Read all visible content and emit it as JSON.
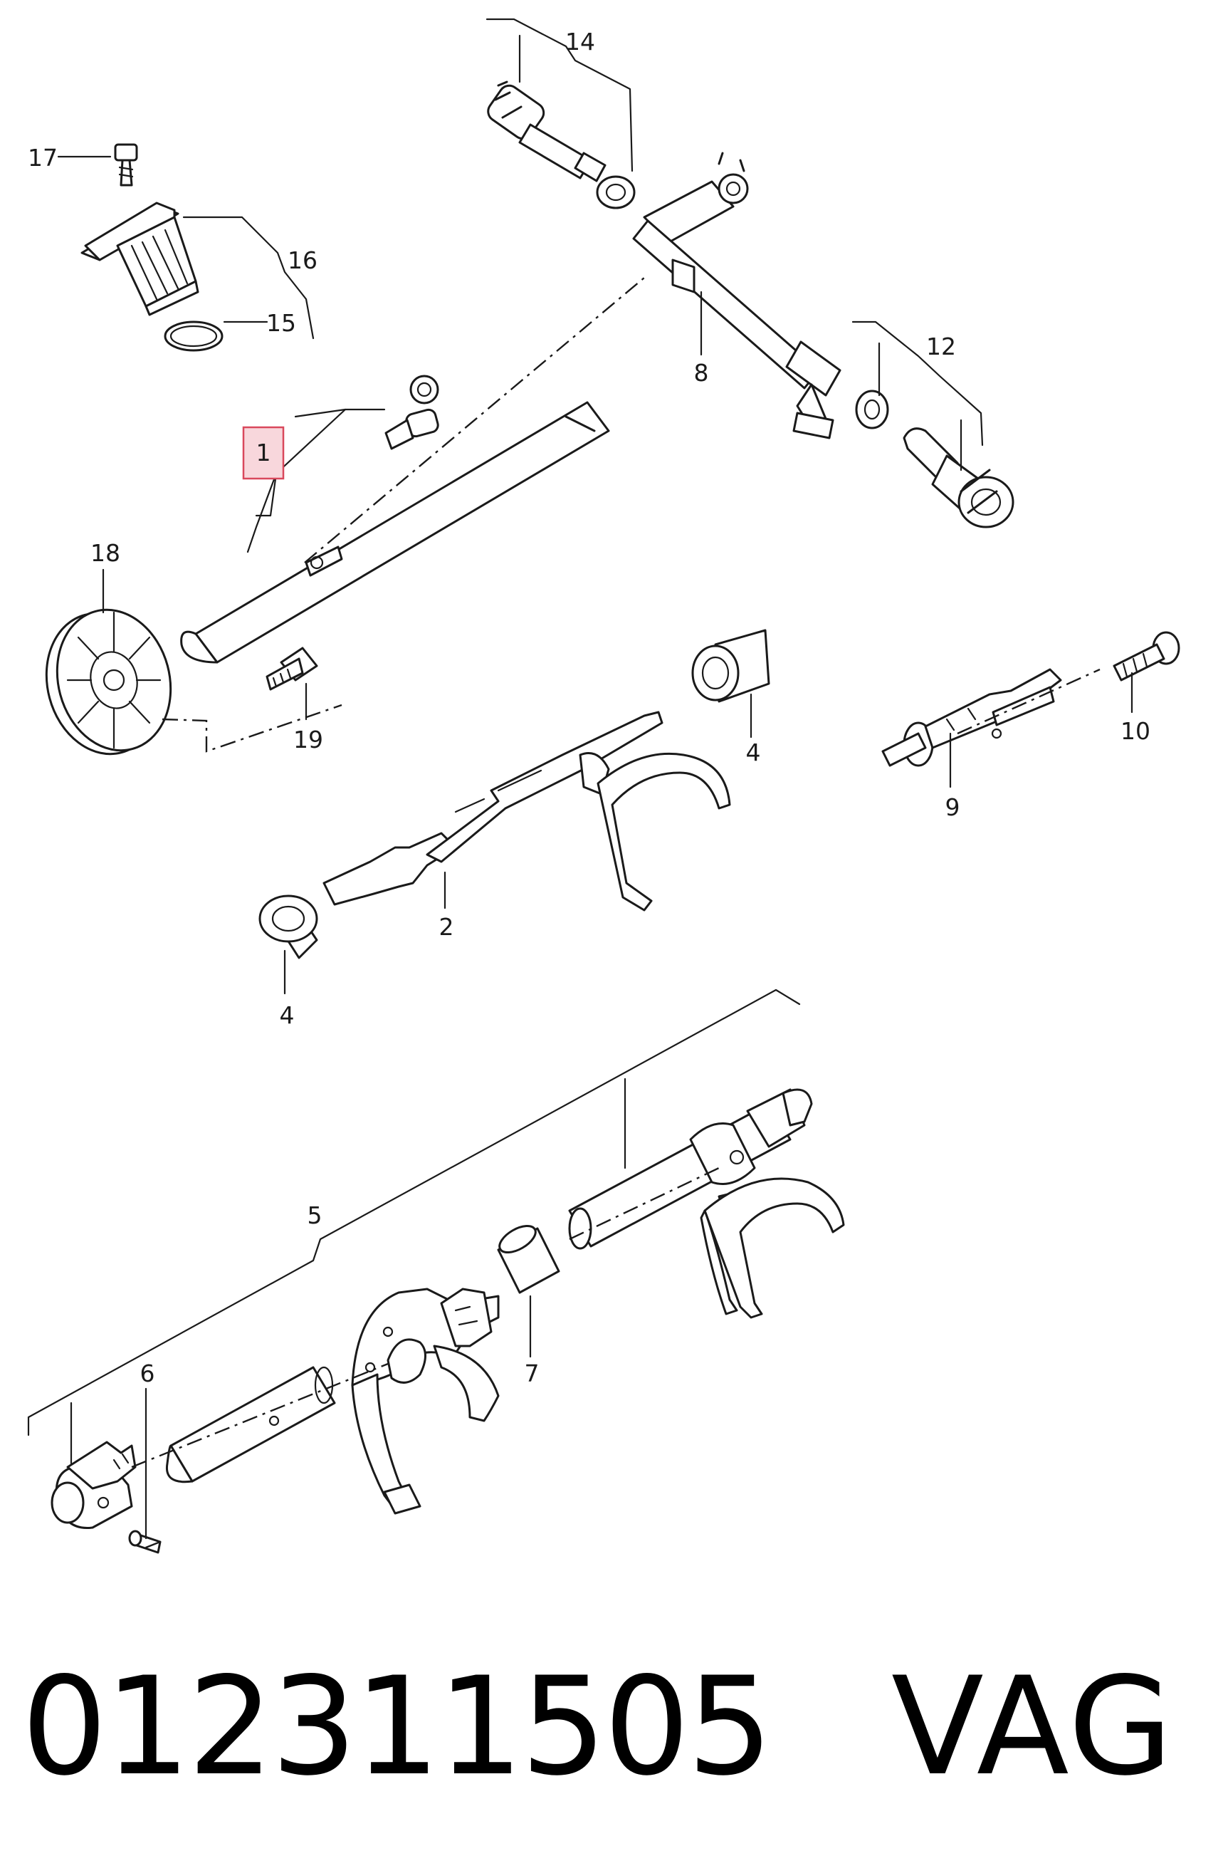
{
  "callouts": {
    "c1": "1",
    "c2": "2",
    "c4a": "4",
    "c4b": "4",
    "c5": "5",
    "c6": "6",
    "c7": "7",
    "c8": "8",
    "c9": "9",
    "c10": "10",
    "c12": "12",
    "c14": "14",
    "c15": "15",
    "c16": "16",
    "c17": "17",
    "c18": "18",
    "c19": "19"
  },
  "highlighted_callout": "1",
  "caption": {
    "part_number": "012311505",
    "brand": "VAG"
  },
  "colors": {
    "line": "#1a1a1a",
    "highlight_fill": "#f8d7dc",
    "highlight_stroke": "#d9485c"
  }
}
